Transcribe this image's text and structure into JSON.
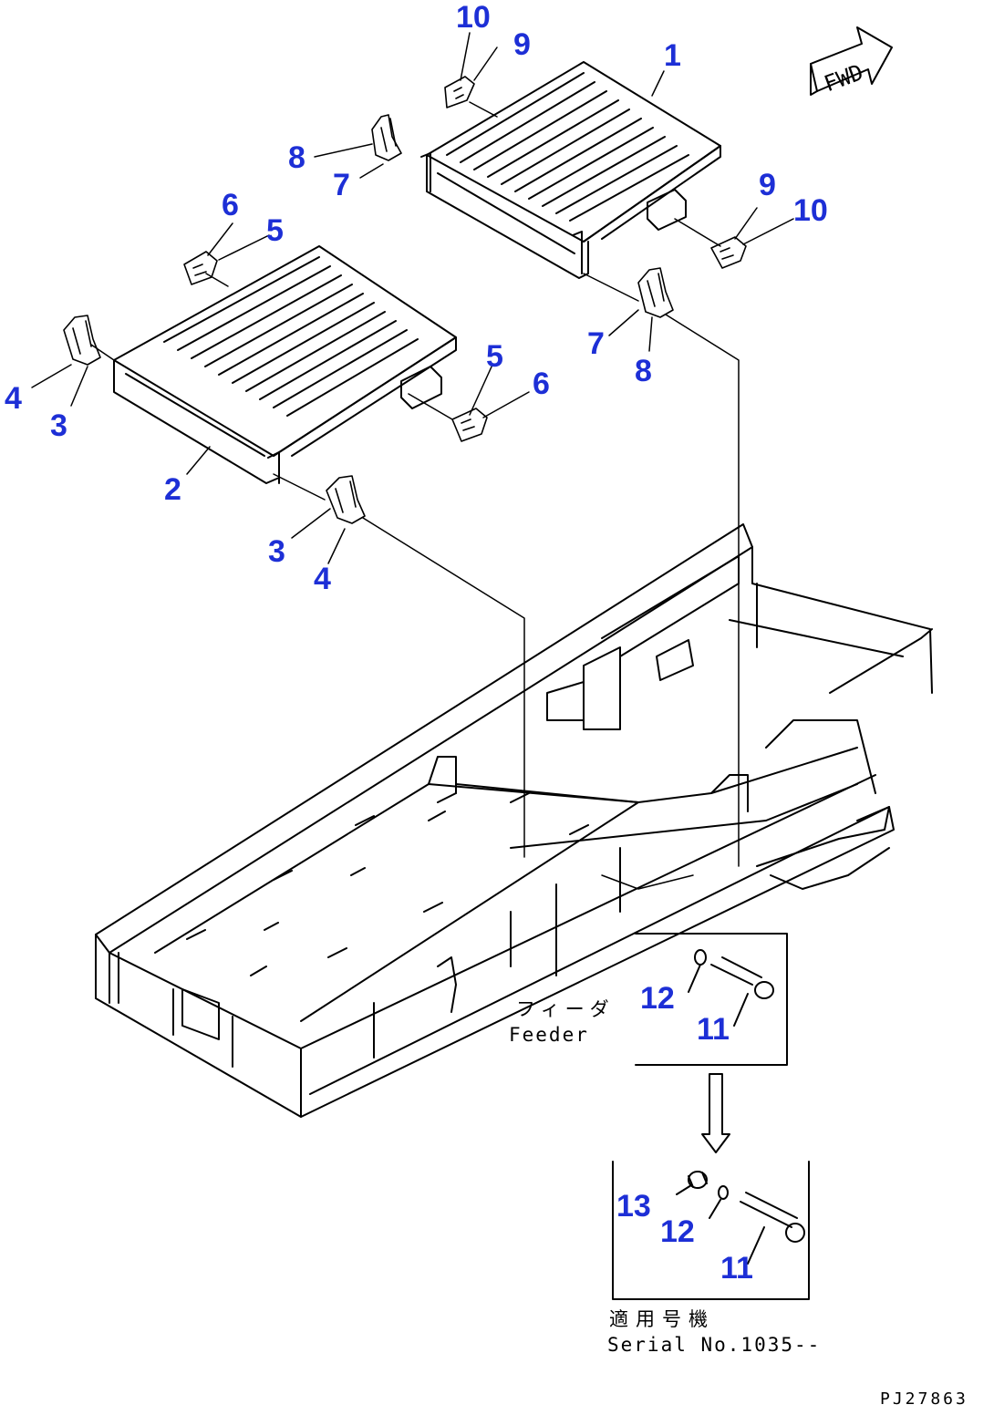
{
  "colors": {
    "callout": "#1d2fd6",
    "line": "#000000",
    "background": "#ffffff"
  },
  "direction_label": "FWD",
  "callouts": {
    "c1": "1",
    "c2": "2",
    "c3a": "3",
    "c3b": "3",
    "c4a": "4",
    "c4b": "4",
    "c5a": "5",
    "c5b": "5",
    "c6a": "6",
    "c6b": "6",
    "c7a": "7",
    "c7b": "7",
    "c8a": "8",
    "c8b": "8",
    "c9a": "9",
    "c9b": "9",
    "c10a": "10",
    "c10b": "10",
    "c11a": "11",
    "c11b": "11",
    "c12a": "12",
    "c12b": "12",
    "c13": "13"
  },
  "labels": {
    "feeder_jp": "フィーダ",
    "feeder_en": "Feeder",
    "serial_jp": "適用号機",
    "serial_en": "Serial No.1035--",
    "drawing_code": "PJ27863"
  }
}
